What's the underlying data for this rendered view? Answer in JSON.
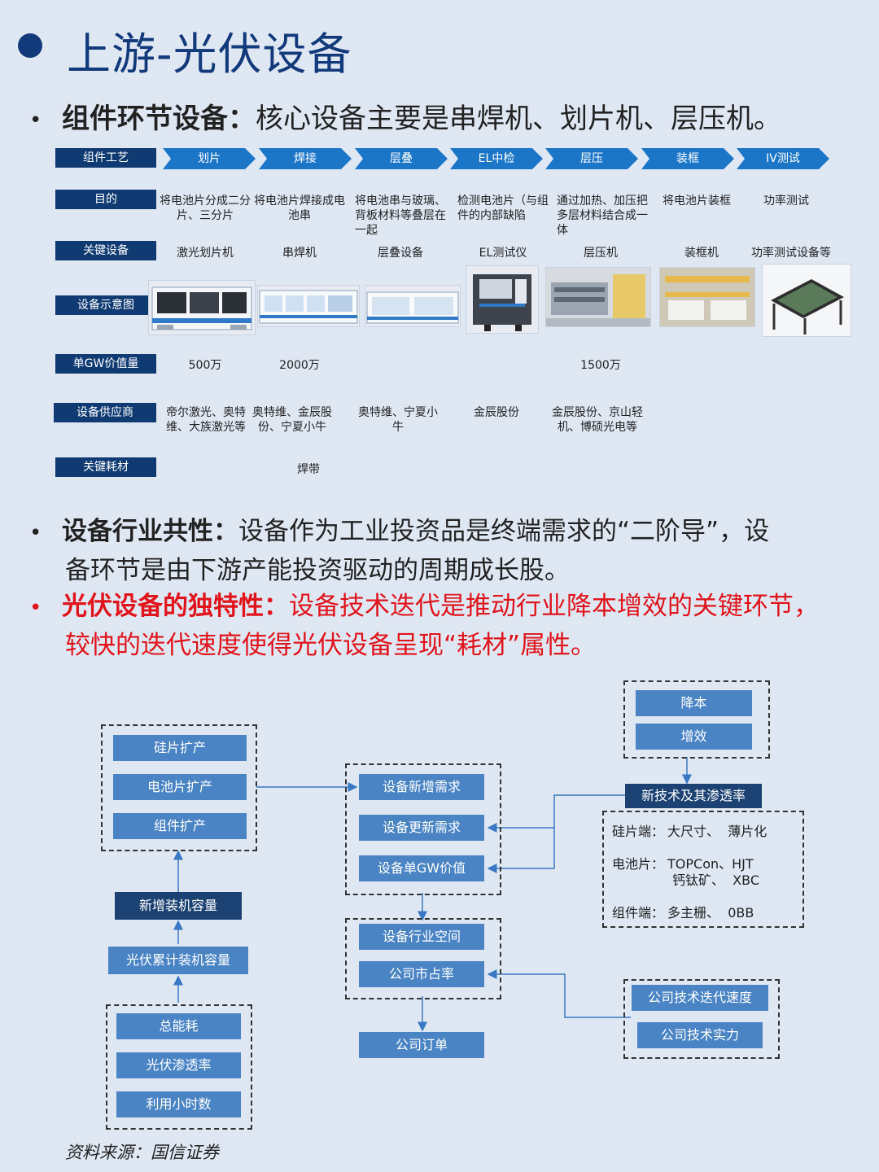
{
  "title": "上游-光伏设备",
  "bullet1": {
    "bold": "组件环节设备：",
    "text": "核心设备主要是串焊机、划片机、层压机。"
  },
  "table": {
    "process_label": "组件工艺",
    "steps": [
      "划片",
      "焊接",
      "层叠",
      "EL中检",
      "层压",
      "装框",
      "IV测试"
    ],
    "rows": [
      {
        "label": "目的",
        "cells": [
          "将电池片分成二分片、三分片",
          "将电池片焊接成电池串",
          "将电池串与玻璃、背板材料等叠层在一起",
          "检测电池片（与组件的内部缺陷",
          "通过加热、加压把多层材料结合成一体",
          "将电池片装框",
          "功率测试"
        ]
      },
      {
        "label": "关键设备",
        "cells": [
          "激光划片机",
          "串焊机",
          "层叠设备",
          "EL测试仪",
          "层压机",
          "装框机",
          "功率测试设备等"
        ]
      },
      {
        "label": "设备示意图",
        "cells": []
      },
      {
        "label": "单GW价值量",
        "cells": [
          "500万",
          "2000万",
          "",
          "",
          "1500万",
          "",
          ""
        ]
      },
      {
        "label": "设备供应商",
        "cells": [
          "帝尔激光、奥特维、大族激光等",
          "奥特维、金辰股份、宁夏小牛",
          "奥特维、宁夏小牛",
          "金辰股份",
          "金辰股份、京山轻机、博硕光电等",
          "",
          ""
        ]
      },
      {
        "label": "关键耗材",
        "cells": [
          "",
          "焊带",
          "",
          "",
          "",
          "",
          ""
        ]
      }
    ]
  },
  "bullet2": {
    "bold": "设备行业共性：",
    "line1": "设备作为工业投资品是终端需求的“二阶导”，设",
    "line2": "备环节是由下游产能投资驱动的周期成长股。"
  },
  "bullet3": {
    "bold": "光伏设备的独特性：",
    "line1": "设备技术迭代是推动行业降本增效的关键环节，",
    "line2": "较快的迭代速度使得光伏设备呈现“耗材”属性。"
  },
  "flow": {
    "expansion": [
      "硅片扩产",
      "电池片扩产",
      "组件扩产"
    ],
    "new_capacity": "新增装机容量",
    "cumulative": "光伏累计装机容量",
    "drivers": [
      "总能耗",
      "光伏渗透率",
      "利用小时数"
    ],
    "demand": [
      "设备新增需求",
      "设备更新需求",
      "设备单GW价值"
    ],
    "market": [
      "设备行业空间",
      "公司市占率"
    ],
    "orders": "公司订单",
    "goal": [
      "降本",
      "增效"
    ],
    "newtech": "新技术及其渗透率",
    "tech_lines": [
      {
        "label": "硅片端：",
        "value": "大尺寸、  薄片化"
      },
      {
        "label": "电池片：",
        "value": "TOPCon、HJT"
      },
      {
        "label": "",
        "value": "钙钛矿、  XBC"
      },
      {
        "label": "组件端：",
        "value": "多主栅、  0BB"
      }
    ],
    "company": [
      "公司技术迭代速度",
      "公司技术实力"
    ]
  },
  "source": "资料来源：国信证券",
  "colors": {
    "navy": "#0f3a72",
    "blue": "#1c76c8",
    "light_blue": "#4a84c4",
    "red": "#e0141b",
    "bg": "#dfe7f3"
  }
}
